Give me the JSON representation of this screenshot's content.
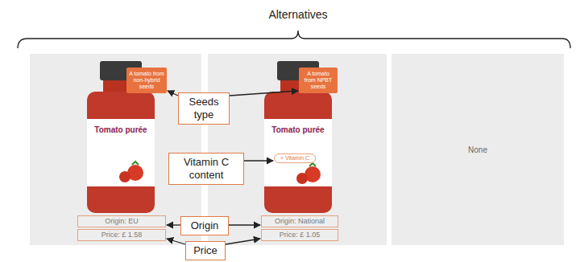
{
  "diagram": {
    "nodes": [
      {
        "text": [
          "A tomato from non-hybrid seeds"
        ]
      },
      {
        "text": [
          "Seeds type"
        ]
      },
      {
        "text": [
          "A tomato from NPBT seeds"
        ]
      },
      {
        "text": [
          "Vitamin C content"
        ]
      },
      {
        "text": [
          "+ Vitamin C"
        ]
      },
      {
        "text": [
          "Origin: EU"
        ]
      },
      {
        "text": [
          "Origin"
        ]
      },
      {
        "text": [
          "Origin: National"
        ]
      },
      {
        "text": [
          "Price: £ 1.58"
        ]
      },
      {
        "text": [
          "Price"
        ]
      },
      {
        "text": [
          "Price: £ 1.05"
        ]
      },
      {
        "text": [
          "None"
        ]
      }
    ],
    "edges": [
      {
        "from": 1,
        "to": 0,
        "arrow": "to"
      },
      {
        "from": 1,
        "to": 2,
        "arrow": "to"
      },
      {
        "from": 3,
        "to": 4,
        "arrow": "to"
      },
      {
        "from": 6,
        "to": 5,
        "arrow": "to"
      },
      {
        "from": 6,
        "to": 7,
        "arrow": "to"
      },
      {
        "from": 9,
        "to": 8,
        "arrow": "to"
      },
      {
        "from": 9,
        "to": 10,
        "arrow": "to"
      }
    ],
    "labels": [
      "Alternatives",
      "Tomato purée",
      "Tomato purée"
    ]
  }
}
